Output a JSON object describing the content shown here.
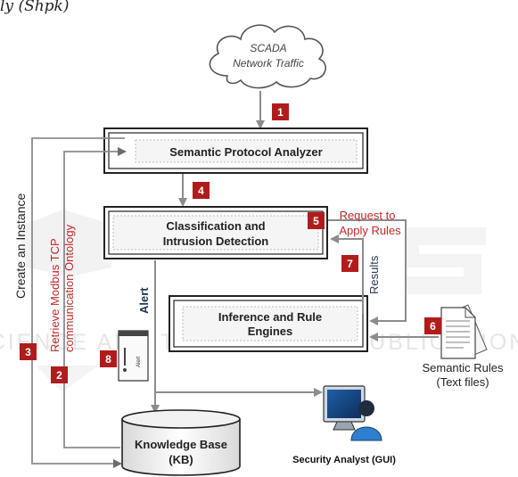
{
  "header_fragment": "ly (Shpk)",
  "cloud": {
    "line1": "SCADA",
    "line2": "Network Traffic"
  },
  "boxes": {
    "spa": "Semantic Protocol  Analyzer",
    "cid_line1": "Classification and",
    "cid_line2": "Intrusion Detection",
    "ire_line1": "Inference and Rule",
    "ire_line2": "Engines"
  },
  "kb": {
    "line1": "Knowledge Base",
    "line2": "(KB)"
  },
  "steps": [
    "1",
    "2",
    "3",
    "4",
    "5",
    "6",
    "7",
    "8"
  ],
  "labels": {
    "create_instance": "Create an Instance",
    "retrieve_line1": "Retrieve Modbus TCP",
    "retrieve_line2": "communication Ontology",
    "request_line1": "Request to",
    "request_line2": "Apply Rules",
    "results": "Results",
    "alert": "Alert",
    "alert_icon_text": "Alert",
    "semantic_rules_line1": "Semantic Rules",
    "semantic_rules_line2": "(Text files)",
    "security_analyst": "Security Analyst (GUI)"
  },
  "colors": {
    "badge": "#b01c1c",
    "red_text": "#c0282a",
    "arrow": "#8c8c8c",
    "watermark": "#e6e6e6"
  }
}
